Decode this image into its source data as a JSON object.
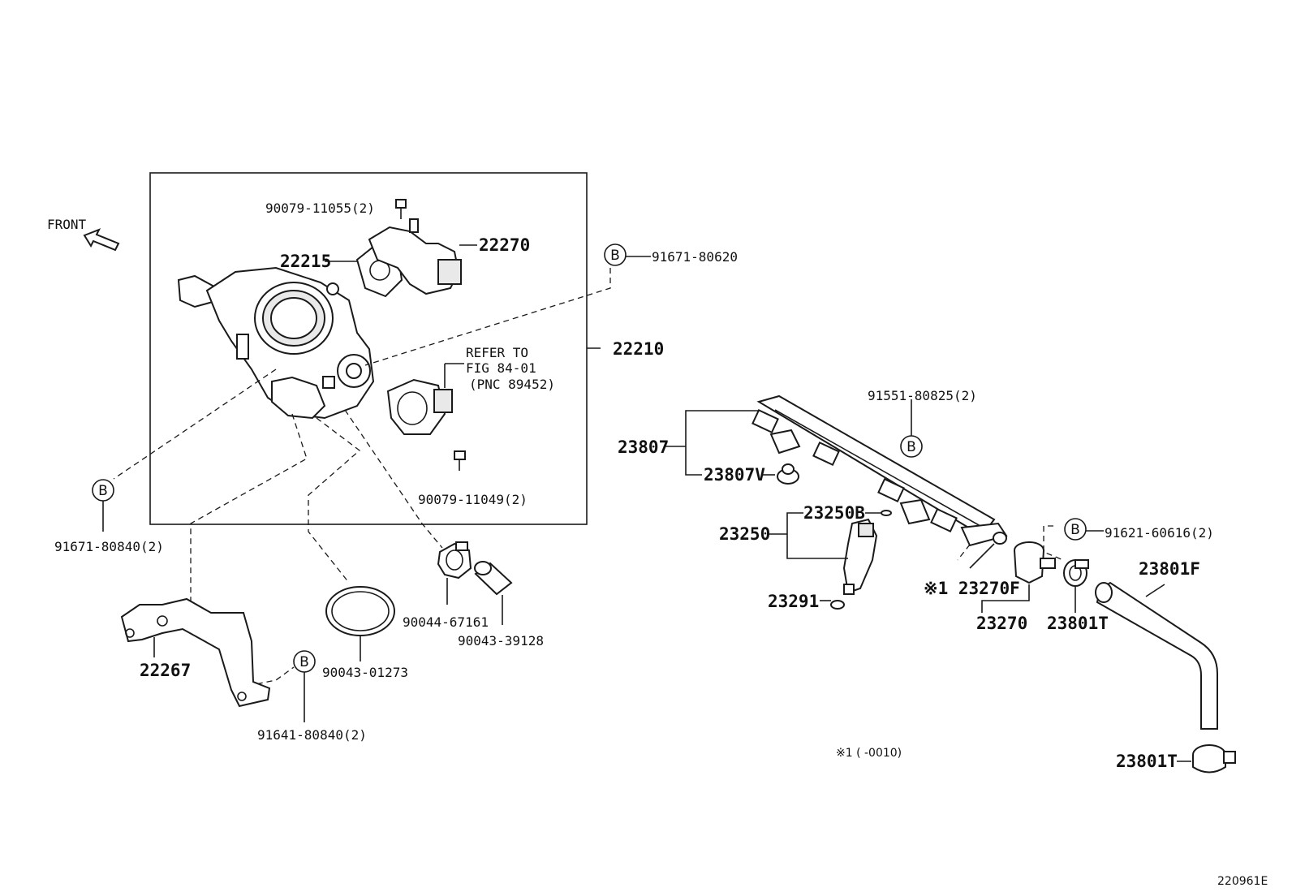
{
  "front_label": "FRONT",
  "refer": {
    "line1": "REFER TO",
    "line2": "FIG 84-01",
    "line3": "(PNC 89452)"
  },
  "b_marker": "B",
  "labels": {
    "p90079_11055": "90079-11055(2)",
    "p22215": "22215",
    "p22270": "22270",
    "p91671_80620": "91671-80620",
    "p22210": "22210",
    "p90079_11049": "90079-11049(2)",
    "p91671_80840": "91671-80840(2)",
    "p22267": "22267",
    "p90044_67161": "90044-67161",
    "p90043_39128": "90043-39128",
    "p90043_01273": "90043-01273",
    "p91641_80840": "91641-80840(2)",
    "p91551_80825": "91551-80825(2)",
    "p23807": "23807",
    "p23807v": "23807V",
    "p23250b": "23250B",
    "p23250": "23250",
    "p23291": "23291",
    "p23270f": "※1 23270F",
    "p23270": "23270",
    "p91621_60616": "91621-60616(2)",
    "p23801f": "23801F",
    "p23801t_a": "23801T",
    "p23801t_b": "23801T"
  },
  "footnote": "※1 (         -0010)",
  "figure_id": "220961E",
  "icons": [
    "front-arrow-icon",
    "b-circle-icon"
  ]
}
